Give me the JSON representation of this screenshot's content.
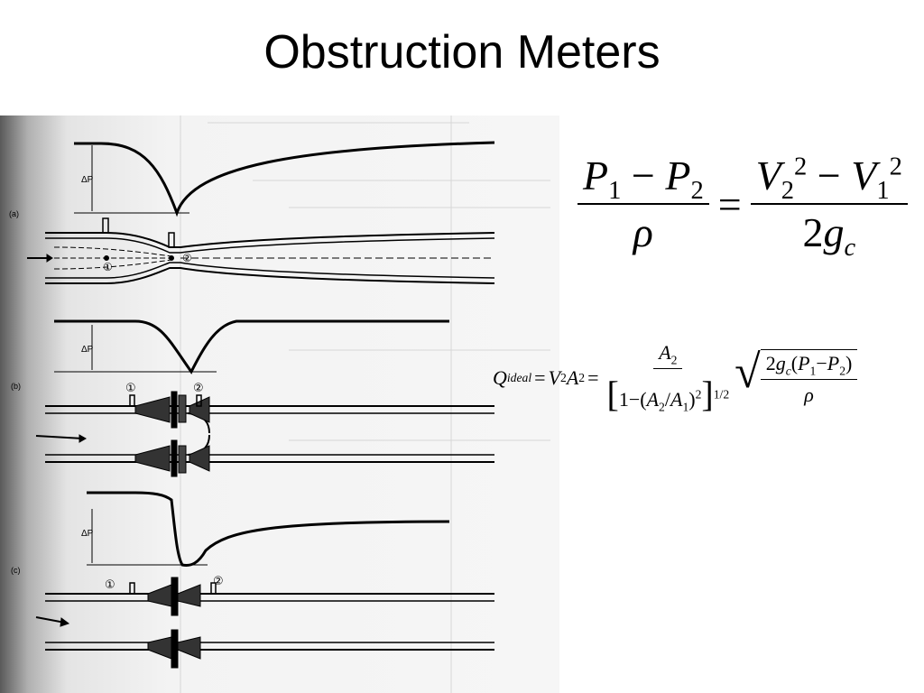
{
  "title": "Obstruction Meters",
  "figure": {
    "panel_labels": [
      "(a)",
      "(b)",
      "(c)"
    ],
    "delta_p": "ΔP",
    "tap_1": "①",
    "tap_2": "②"
  },
  "equation1": {
    "lhs_num": [
      "P",
      "1",
      "−",
      "P",
      "2"
    ],
    "lhs_den": "ρ",
    "equals": "=",
    "rhs_num": [
      "V",
      "2",
      "2",
      "−",
      "V",
      "1",
      "2"
    ],
    "rhs_den": [
      "2",
      "g",
      "c"
    ]
  },
  "equation2": {
    "q": "Q",
    "q_sub": "ideal",
    "eq": "=",
    "v2a2": [
      "V",
      "2",
      "A",
      "2"
    ],
    "num": [
      "A",
      "2"
    ],
    "den": [
      "1",
      "−",
      "(",
      "A",
      "2",
      "/",
      "A",
      "1",
      ")",
      "2",
      "1/2"
    ],
    "sqrt_num": [
      "2",
      "g",
      "c",
      "(",
      "P",
      "1",
      "−",
      "P",
      "2",
      ")"
    ],
    "sqrt_den": "ρ"
  }
}
